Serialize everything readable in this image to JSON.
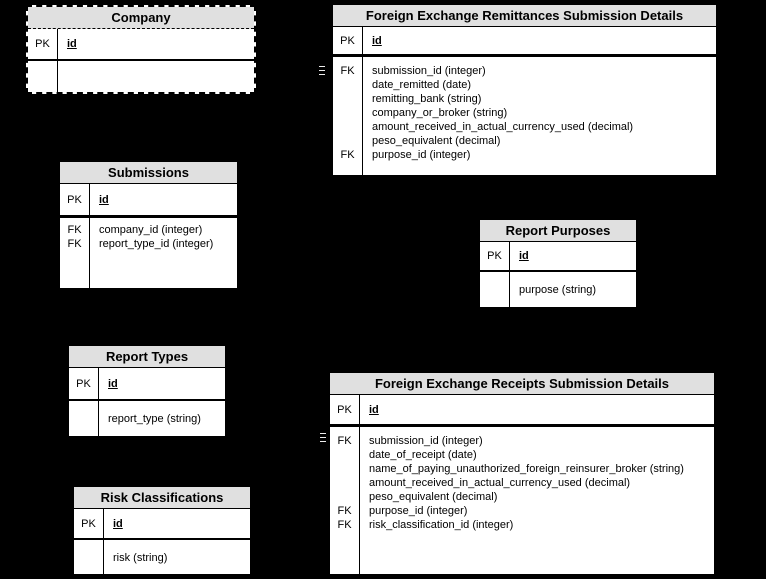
{
  "colors": {
    "canvas_bg": "#000000",
    "table_bg": "#ffffff",
    "header_bg": "#e0e0e0",
    "border": "#000000",
    "text": "#000000",
    "connector_mark": "#ededed"
  },
  "tables": {
    "company": {
      "title": "Company",
      "pk_label": "PK",
      "pk_field": "id"
    },
    "fx_remittances": {
      "title": "Foreign Exchange Remittances Submission Details",
      "pk_label": "PK",
      "pk_field": "id",
      "rows": [
        {
          "key": "FK",
          "text": "submission_id (integer)"
        },
        {
          "key": "",
          "text": "date_remitted (date)"
        },
        {
          "key": "",
          "text": "remitting_bank (string)"
        },
        {
          "key": "",
          "text": "company_or_broker (string)"
        },
        {
          "key": "",
          "text": "amount_received_in_actual_currency_used (decimal)"
        },
        {
          "key": "",
          "text": "peso_equivalent (decimal)"
        },
        {
          "key": "FK",
          "text": "purpose_id (integer)"
        }
      ]
    },
    "submissions": {
      "title": "Submissions",
      "pk_label": "PK",
      "pk_field": "id",
      "rows": [
        {
          "key": "FK",
          "text": "company_id (integer)"
        },
        {
          "key": "FK",
          "text": "report_type_id (integer)"
        }
      ]
    },
    "report_purposes": {
      "title": "Report Purposes",
      "pk_label": "PK",
      "pk_field": "id",
      "rows": [
        {
          "key": "",
          "text": "purpose (string)"
        }
      ]
    },
    "report_types": {
      "title": "Report Types",
      "pk_label": "PK",
      "pk_field": "id",
      "rows": [
        {
          "key": "",
          "text": "report_type (string)"
        }
      ]
    },
    "fx_receipts": {
      "title": "Foreign Exchange Receipts Submission Details",
      "pk_label": "PK",
      "pk_field": "id",
      "rows": [
        {
          "key": "FK",
          "text": "submission_id (integer)"
        },
        {
          "key": "",
          "text": "date_of_receipt (date)"
        },
        {
          "key": "",
          "text": "name_of_paying_unauthorized_foreign_reinsurer_broker (string)"
        },
        {
          "key": "",
          "text": "amount_received_in_actual_currency_used (decimal)"
        },
        {
          "key": "",
          "text": "peso_equivalent (decimal)"
        },
        {
          "key": "FK",
          "text": "purpose_id (integer)"
        },
        {
          "key": "FK",
          "text": "risk_classification_id (integer)"
        }
      ]
    },
    "risk_classifications": {
      "title": "Risk Classifications",
      "pk_label": "PK",
      "pk_field": "id",
      "rows": [
        {
          "key": "",
          "text": "risk (string)"
        }
      ]
    }
  }
}
